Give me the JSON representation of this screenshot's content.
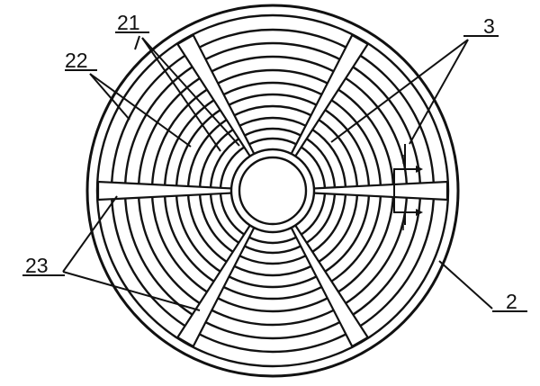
{
  "figure": {
    "labels": {
      "l21": "21",
      "l22": "22",
      "l3": "3",
      "l23": "23",
      "l2": "2",
      "sectionTop": "I",
      "sectionBottom": "I"
    }
  }
}
